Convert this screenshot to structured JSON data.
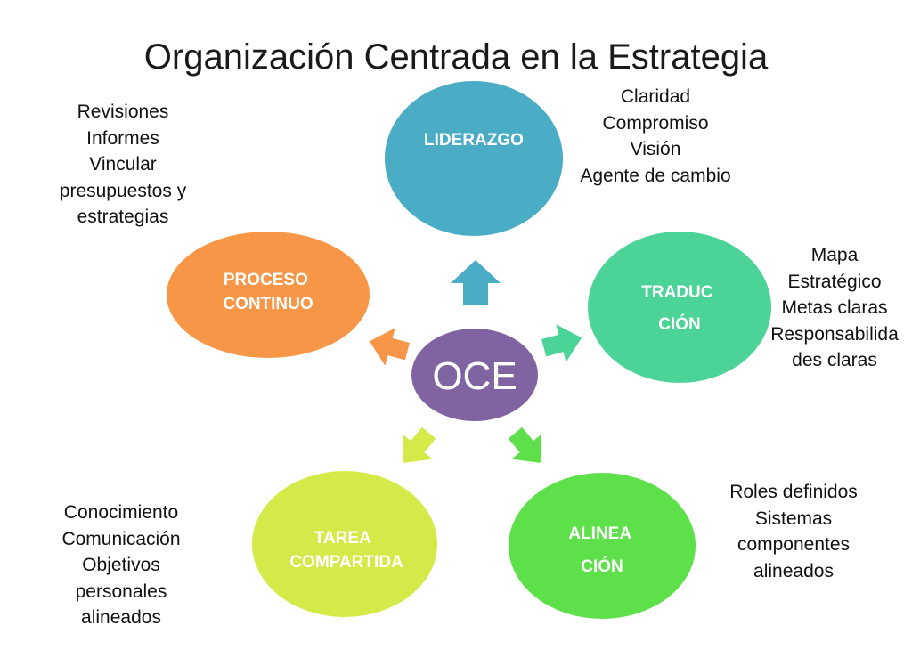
{
  "title": "Organización Centrada en la Estrategia",
  "colors": {
    "liderazgo": "#4bacc6",
    "traduccion": "#4cd498",
    "alineacion": "#5ee04a",
    "tarea": "#d4ea48",
    "proceso": "#f79646",
    "center": "#8064a2"
  },
  "center": {
    "label": "OCE"
  },
  "nodes": {
    "liderazgo": {
      "lines": [
        "LIDERAZGO"
      ]
    },
    "traduccion": {
      "lines": [
        "TRADUC",
        "CIÓN"
      ]
    },
    "alineacion": {
      "lines": [
        "ALINEA",
        "CIÓN"
      ]
    },
    "tarea": {
      "lines": [
        "TAREA",
        "COMPARTIDA"
      ]
    },
    "proceso": {
      "lines": [
        "PROCESO",
        "CONTINUO"
      ]
    }
  },
  "notes": {
    "liderazgo": [
      "Claridad",
      "Compromiso",
      "Visión",
      "Agente de cambio"
    ],
    "traduccion": [
      "Mapa",
      "Estratégico",
      "Metas claras",
      "Responsabilida",
      "des claras"
    ],
    "alineacion": [
      "Roles definidos",
      "Sistemas",
      "componentes",
      "alineados"
    ],
    "tarea": [
      "Conocimiento",
      "Comunicación",
      "Objetivos",
      "personales",
      "alineados"
    ],
    "proceso": [
      "Revisiones",
      "Informes",
      "Vincular",
      "presupuestos y",
      "estrategias"
    ]
  }
}
